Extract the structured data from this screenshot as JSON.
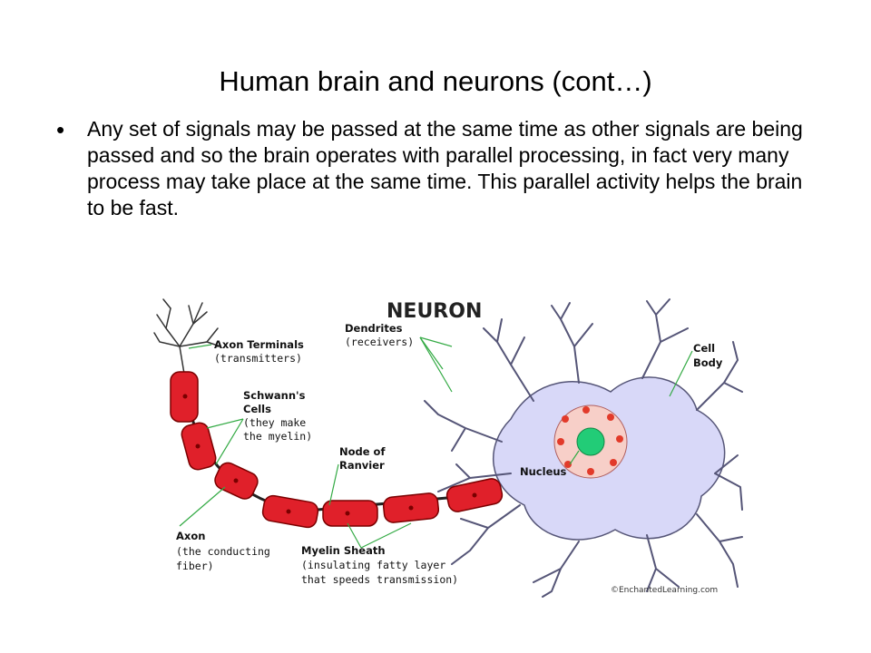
{
  "slide": {
    "title": "Human brain and neurons (cont…)",
    "bullet": "Any set of signals may be passed at the same time as other signals are being passed and so the brain operates with parallel processing, in fact very many process may take place at the same time. This parallel activity helps the brain to be fast."
  },
  "figure": {
    "title": "NEURON",
    "labels": {
      "dendrites": "Dendrites",
      "dendrites_sub": "(receivers)",
      "axon_terminals": "Axon Terminals",
      "axon_terminals_sub": "(transmitters)",
      "schwann_1": "Schwann's",
      "schwann_2": "Cells",
      "schwann_3": "(they make",
      "schwann_4": "the myelin)",
      "node_1": "Node of",
      "node_2": "Ranvier",
      "cell_body_1": "Cell",
      "cell_body_2": "Body",
      "nucleus": "Nucleus",
      "axon": "Axon",
      "axon_sub_1": "(the conducting",
      "axon_sub_2": "fiber)",
      "myelin": "Myelin Sheath",
      "myelin_sub_1": "(insulating fatty layer",
      "myelin_sub_2": "that speeds transmission)"
    },
    "credit": "©EnchantedLearning.com",
    "colors": {
      "cell_body": "#d8d8f8",
      "dendrite_stroke": "#555577",
      "myelin": "#e0202a",
      "myelin_dot": "#7a0000",
      "nucleus_ring": "#f7cfc8",
      "nucleus_dot": "#e23a2a",
      "nucleus_center": "#22cc77",
      "leader_line": "#33aa44"
    }
  }
}
